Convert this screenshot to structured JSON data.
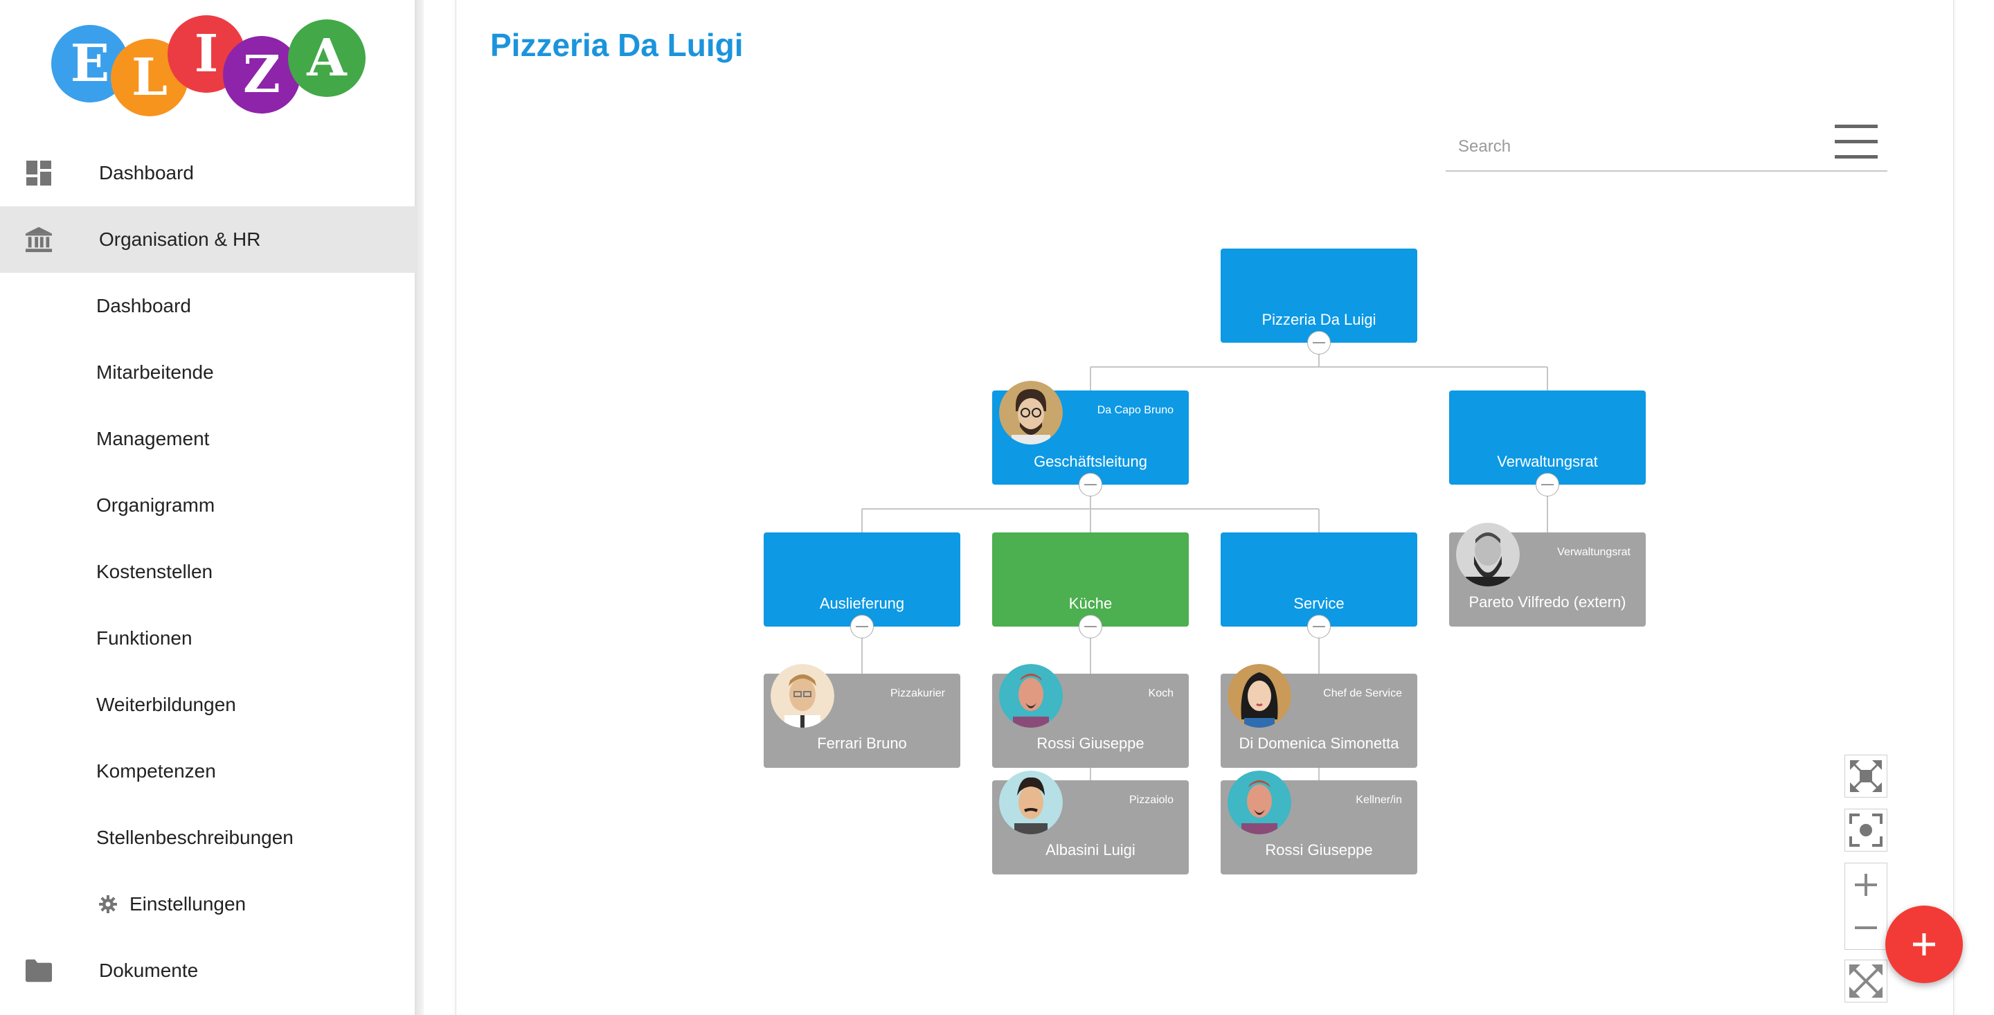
{
  "logo": {
    "letters": [
      "E",
      "L",
      "I",
      "Z",
      "A"
    ],
    "colors": [
      "#3aa0ec",
      "#f7941d",
      "#ec3c43",
      "#8e24aa",
      "#43a848"
    ]
  },
  "sidebar": {
    "items": [
      {
        "label": "Dashboard",
        "icon": "dashboard-icon"
      },
      {
        "label": "Organisation & HR",
        "icon": "bank-icon",
        "active": true
      },
      {
        "label": "Dashboard"
      },
      {
        "label": "Mitarbeitende"
      },
      {
        "label": "Management"
      },
      {
        "label": "Organigramm"
      },
      {
        "label": "Kostenstellen"
      },
      {
        "label": "Funktionen"
      },
      {
        "label": "Weiterbildungen"
      },
      {
        "label": "Kompetenzen"
      },
      {
        "label": "Stellenbeschreibungen"
      },
      {
        "label": "Einstellungen",
        "icon": "gear-icon"
      },
      {
        "label": "Dokumente",
        "icon": "folder-icon"
      }
    ]
  },
  "main": {
    "title": "Pizzeria Da Luigi",
    "search_placeholder": "Search"
  },
  "org": {
    "root": "Pizzeria Da Luigi",
    "geschaeftsleitung": {
      "title": "Geschäftsleitung",
      "person": "Da Capo Bruno"
    },
    "verwaltungsrat": {
      "title": "Verwaltungsrat"
    },
    "auslieferung": {
      "title": "Auslieferung"
    },
    "kueche": {
      "title": "Küche"
    },
    "service": {
      "title": "Service"
    },
    "pareto": {
      "name": "Pareto Vilfredo (extern)",
      "role": "Verwaltungsrat"
    },
    "ferrari": {
      "name": "Ferrari Bruno",
      "role": "Pizzakurier"
    },
    "rossi_koch": {
      "name": "Rossi Giuseppe",
      "role": "Koch"
    },
    "albasini": {
      "name": "Albasini Luigi",
      "role": "Pizzaiolo"
    },
    "domenica": {
      "name": "Di Domenica Simonetta",
      "role": "Chef de Service"
    },
    "rossi_kellner": {
      "name": "Rossi Giuseppe",
      "role": "Kellner/in"
    }
  },
  "colors": {
    "accent": "#1b94dc",
    "department": "#0d99e4",
    "kitchen": "#4caf50",
    "person": "#a3a3a3",
    "fab": "#f23b36"
  }
}
